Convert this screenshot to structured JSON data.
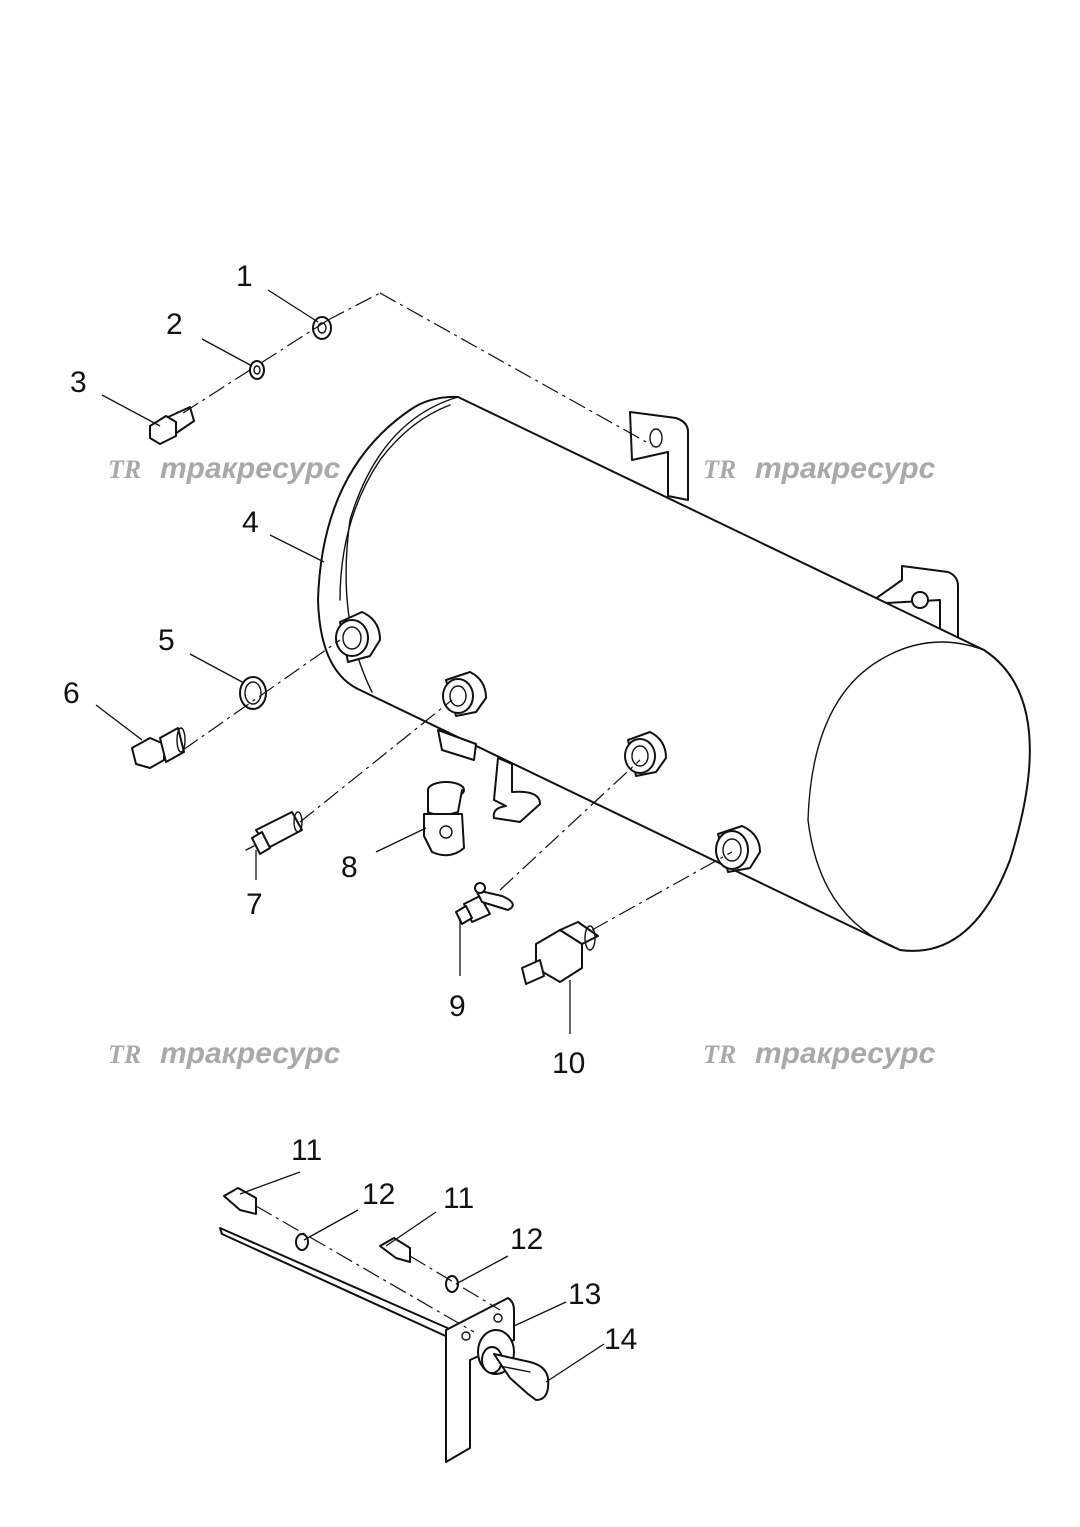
{
  "callouts": {
    "c1": "1",
    "c2": "2",
    "c3": "3",
    "c4": "4",
    "c5": "5",
    "c6": "6",
    "c7": "7",
    "c8": "8",
    "c9": "9",
    "c10": "10",
    "c11a": "11",
    "c11b": "11",
    "c12a": "12",
    "c12b": "12",
    "c13": "13",
    "c14": "14"
  },
  "watermark": {
    "logo": "TR",
    "text": "тракресурс",
    "color": "#a9a9a9"
  },
  "colors": {
    "line": "#111111",
    "background": "#ffffff"
  }
}
